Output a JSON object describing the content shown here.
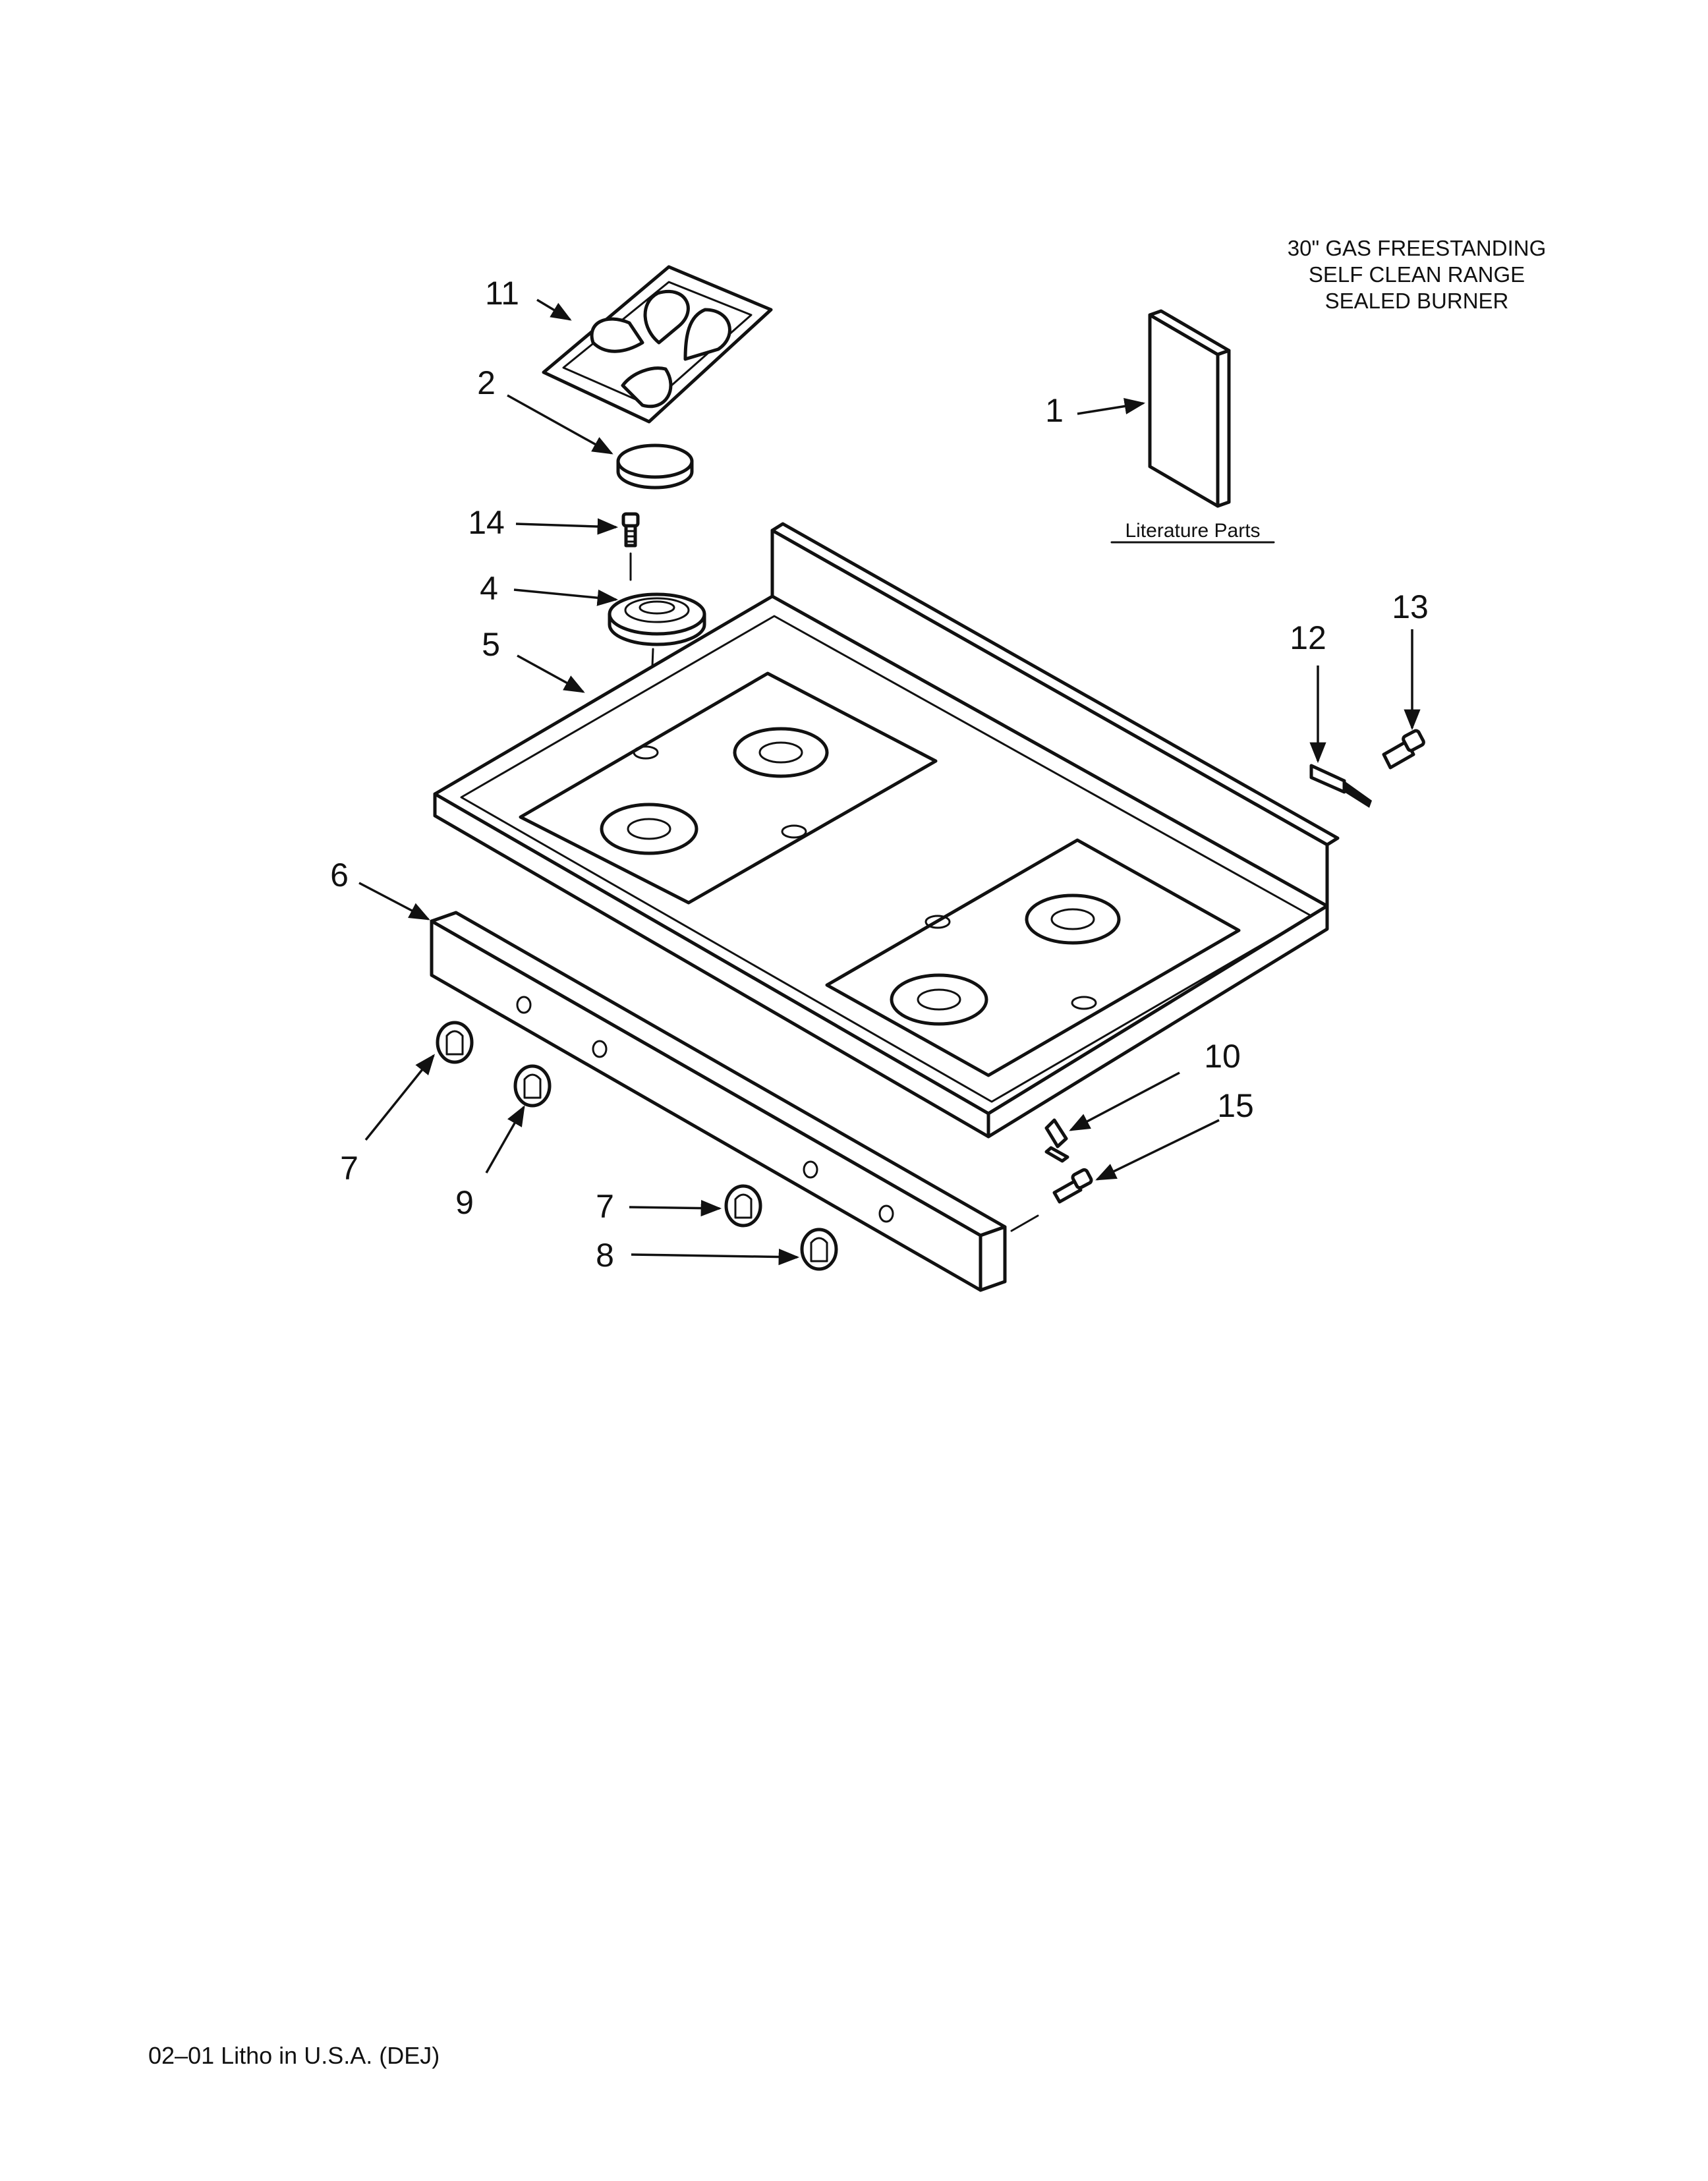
{
  "heading": {
    "lines": [
      "30\" GAS FREESTANDING",
      "SELF CLEAN RANGE",
      "SEALED BURNER"
    ]
  },
  "literature_label": "Literature Parts",
  "footer": "02–01 Litho in U.S.A. (DEJ)",
  "callouts": {
    "c1": "1",
    "c2": "2",
    "c4": "4",
    "c5": "5",
    "c6": "6",
    "c7a": "7",
    "c7b": "7",
    "c8": "8",
    "c9": "9",
    "c10": "10",
    "c11": "11",
    "c12": "12",
    "c13": "13",
    "c14": "14",
    "c15": "15"
  }
}
